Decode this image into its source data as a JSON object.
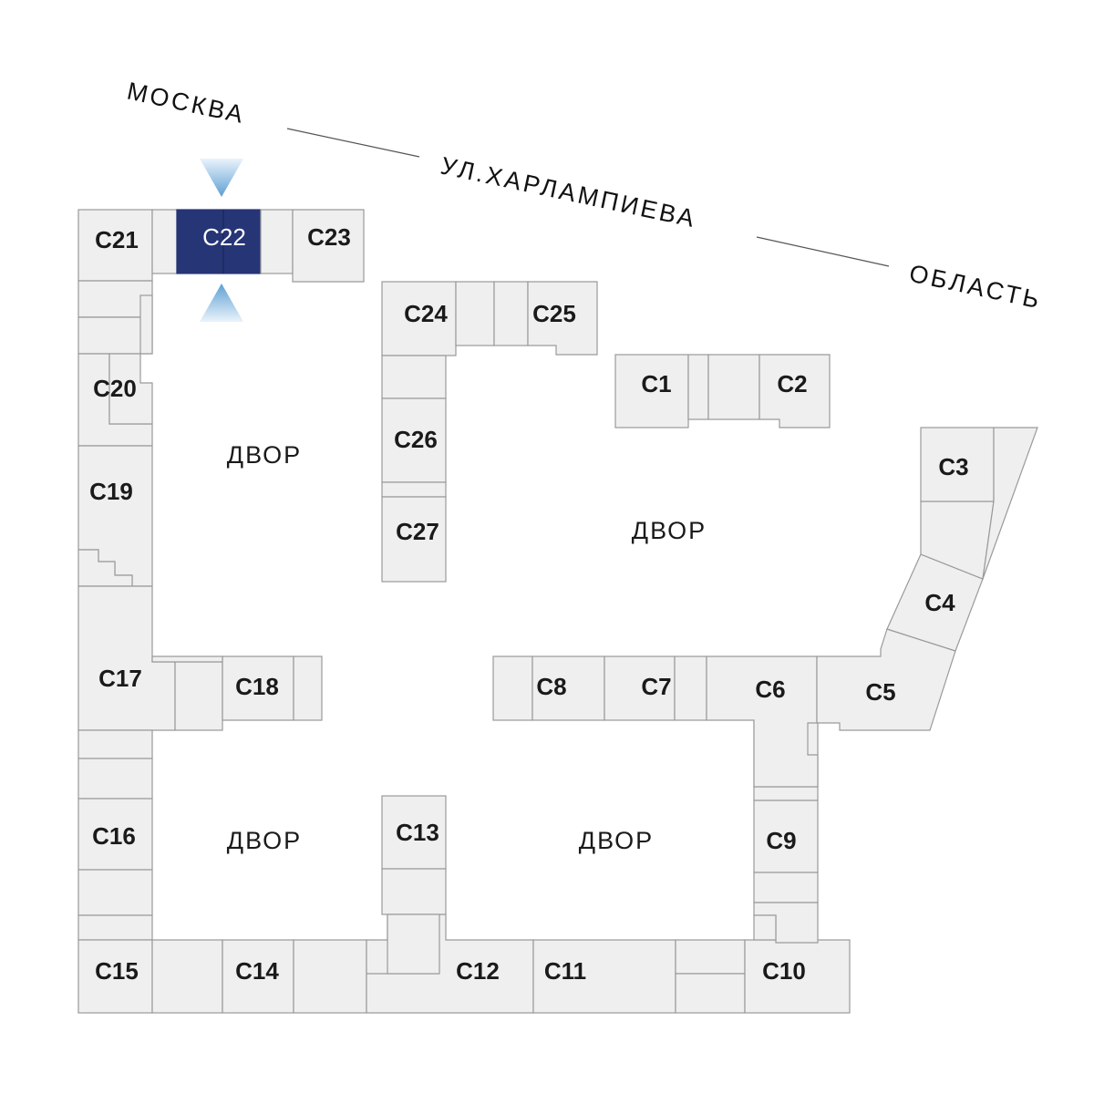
{
  "streets": {
    "moscow": "МОСКВА",
    "street": "УЛ.ХАРЛАМПИЕВА",
    "region": "ОБЛАСТЬ"
  },
  "yards": [
    "ДВОР",
    "ДВОР",
    "ДВОР",
    "ДВОР"
  ],
  "sections": {
    "c1": "С1",
    "c2": "С2",
    "c3": "С3",
    "c4": "С4",
    "c5": "С5",
    "c6": "С6",
    "c7": "С7",
    "c8": "С8",
    "c9": "С9",
    "c10": "С10",
    "c11": "С11",
    "c12": "С12",
    "c13": "С13",
    "c14": "С14",
    "c15": "С15",
    "c16": "С16",
    "c17": "С17",
    "c18": "С18",
    "c19": "С19",
    "c20": "С20",
    "c21": "С21",
    "c22": "С22",
    "c23": "С23",
    "c24": "С24",
    "c25": "С25",
    "c26": "С26",
    "c27": "С27"
  },
  "selected_section": "С22",
  "colors": {
    "selected": "#263576",
    "block": "#efefef",
    "marker": "#6fa8d6"
  }
}
